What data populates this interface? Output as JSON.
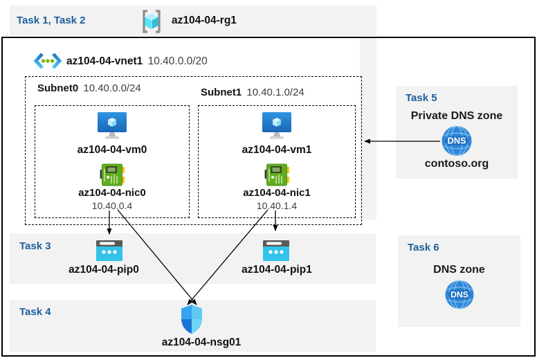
{
  "header": {
    "tasks_label": "Task 1, Task 2",
    "resource_group": "az104-04-rg1"
  },
  "vnet": {
    "name": "az104-04-vnet1",
    "cidr": "10.40.0.0/20"
  },
  "subnets": [
    {
      "name": "Subnet0",
      "cidr": "10.40.0.0/24",
      "vm": "az104-04-vm0",
      "nic": "az104-04-nic0",
      "ip": "10.40.0.4"
    },
    {
      "name": "Subnet1",
      "cidr": "10.40.1.0/24",
      "vm": "az104-04-vm1",
      "nic": "az104-04-nic1",
      "ip": "10.40.1.4"
    }
  ],
  "task3": {
    "label": "Task 3",
    "pips": [
      "az104-04-pip0",
      "az104-04-pip1"
    ]
  },
  "task4": {
    "label": "Task 4",
    "nsg": "az104-04-nsg01"
  },
  "task5": {
    "label": "Task 5",
    "title": "Private DNS zone",
    "zone": "contoso.org",
    "dns_icon_text": "DNS"
  },
  "task6": {
    "label": "Task 6",
    "title": "DNS zone",
    "dns_icon_text": "DNS"
  },
  "colors": {
    "task_label_blue": "#1e5f9e",
    "panel_gray": "#f2f2f2",
    "pip_cyan": "#33c3ea",
    "nic_green": "#5fa81c",
    "dns_blue": "#2e86d8",
    "vm_blue": "#2484d6",
    "nsg_blue": "#2f9bea"
  }
}
